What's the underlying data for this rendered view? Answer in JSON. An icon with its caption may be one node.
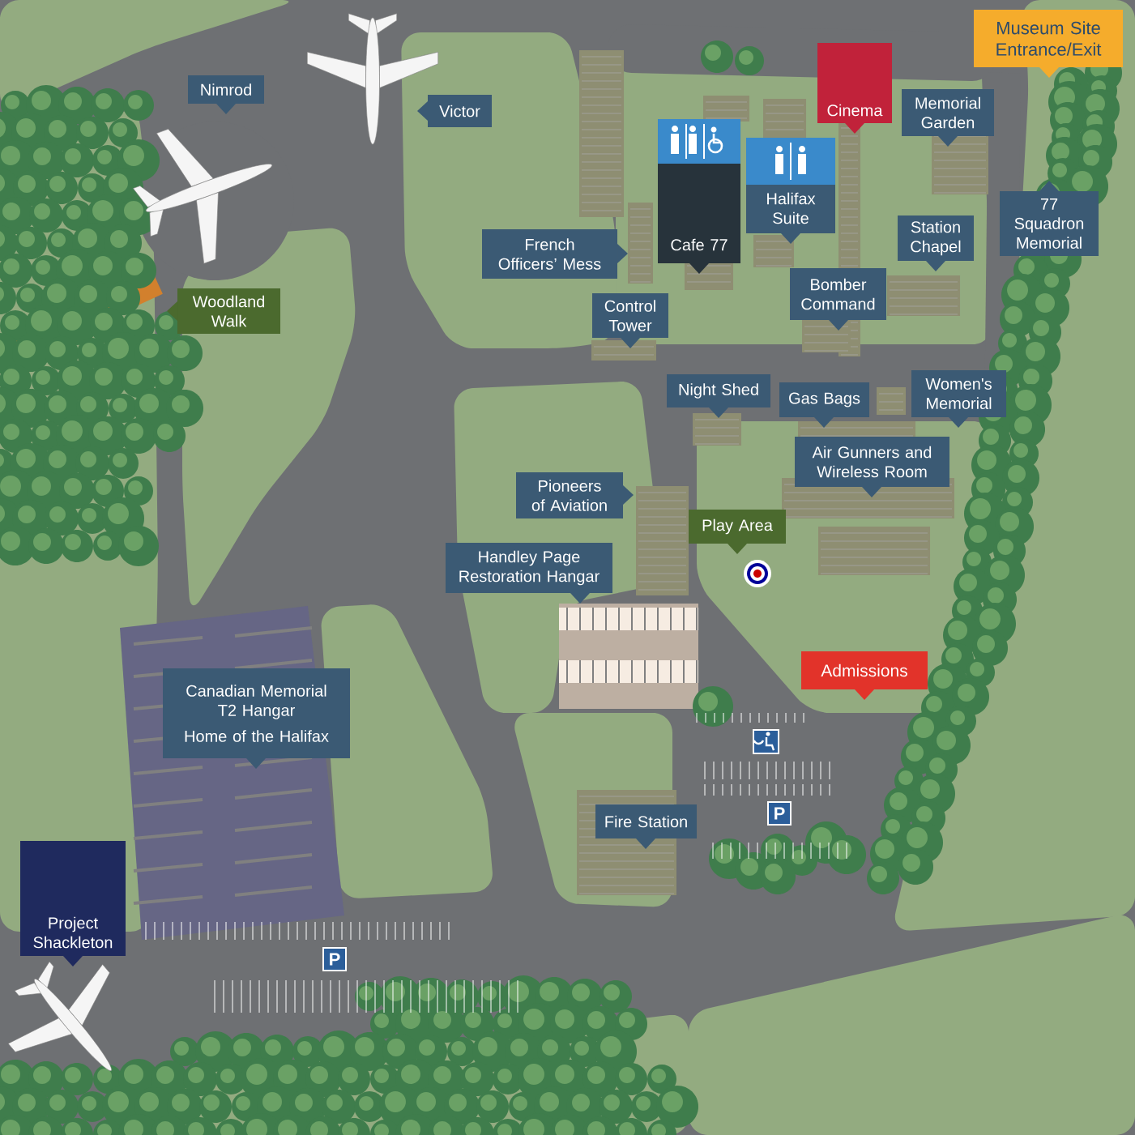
{
  "diagram": {
    "nodes": [
      {
        "text": [
          "Museum Site Entrance/Exit"
        ]
      },
      {
        "text": [
          "Nimrod"
        ]
      },
      {
        "text": [
          "Victor"
        ]
      },
      {
        "text": [
          "Cinema"
        ]
      },
      {
        "text": [
          "Memorial Garden"
        ]
      },
      {
        "text": [
          "Cafe 77"
        ]
      },
      {
        "text": [
          "Halifax Suite"
        ]
      },
      {
        "text": [
          "77 Squadron Memorial"
        ]
      },
      {
        "text": [
          "French Officers’ Mess"
        ]
      },
      {
        "text": [
          "Station Chapel"
        ]
      },
      {
        "text": [
          "Woodland Walk"
        ]
      },
      {
        "text": [
          "Control Tower"
        ]
      },
      {
        "text": [
          "Bomber Command"
        ]
      },
      {
        "text": [
          "Night Shed"
        ]
      },
      {
        "text": [
          "Gas Bags"
        ]
      },
      {
        "text": [
          "Women's Memorial"
        ]
      },
      {
        "text": [
          "Air Gunners and Wireless Room"
        ]
      },
      {
        "text": [
          "Pioneers of Aviation"
        ]
      },
      {
        "text": [
          "Play Area"
        ]
      },
      {
        "text": [
          "Handley Page Restoration Hangar"
        ]
      },
      {
        "text": [
          "Admissions"
        ]
      },
      {
        "text": [
          "Canadian Memorial T2 Hangar",
          "Home of the Halifax"
        ]
      },
      {
        "text": [
          "Fire Station"
        ]
      },
      {
        "text": [
          "Project Shackleton"
        ]
      }
    ],
    "labels": [
      "P",
      "P"
    ]
  }
}
